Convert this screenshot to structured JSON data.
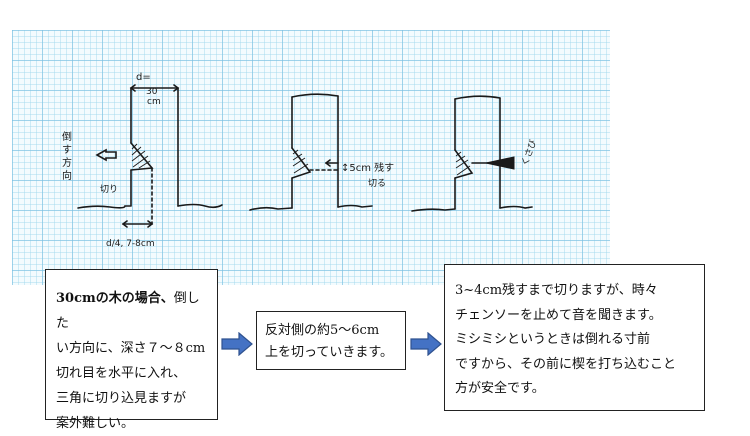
{
  "sketch": {
    "width_label_top": "d=",
    "width_label_num": "30",
    "width_label_unit": "cm",
    "fall_dir_chars": [
      "倒",
      "す",
      "方",
      "向"
    ],
    "cut_label_1": "切り",
    "depth_label": "d/4, 7-8cm",
    "back_cut_label": "↕5cm 残す",
    "cut_label_2": "切る",
    "wedge_label": "くさび"
  },
  "boxes": {
    "step1": {
      "lines": [
        {
          "bold": "30cmの木の場合、",
          "text": "倒した"
        },
        {
          "bold": "",
          "text": "い方向に、深さ７～８cm"
        },
        {
          "bold": "",
          "text": "切れ目を水平に入れ、"
        },
        {
          "bold": "",
          "text": "三角に切り込見ますが"
        },
        {
          "bold": "",
          "text": "案外難しい。"
        }
      ]
    },
    "step2": {
      "lines": [
        "反対側の約5～6cm",
        "上を切っていきます。"
      ]
    },
    "step3": {
      "lines": [
        "3~4cm残すまで切りますが、時々",
        "チェンソーを止めて音を聞きます。",
        "ミシミシというときは倒れる寸前",
        "ですから、その前に楔を打ち込むこと",
        "方が安全です。"
      ]
    }
  },
  "colors": {
    "arrow_fill": "#4472c4",
    "arrow_stroke": "#2f528f",
    "ink": "#1a1a1a"
  }
}
